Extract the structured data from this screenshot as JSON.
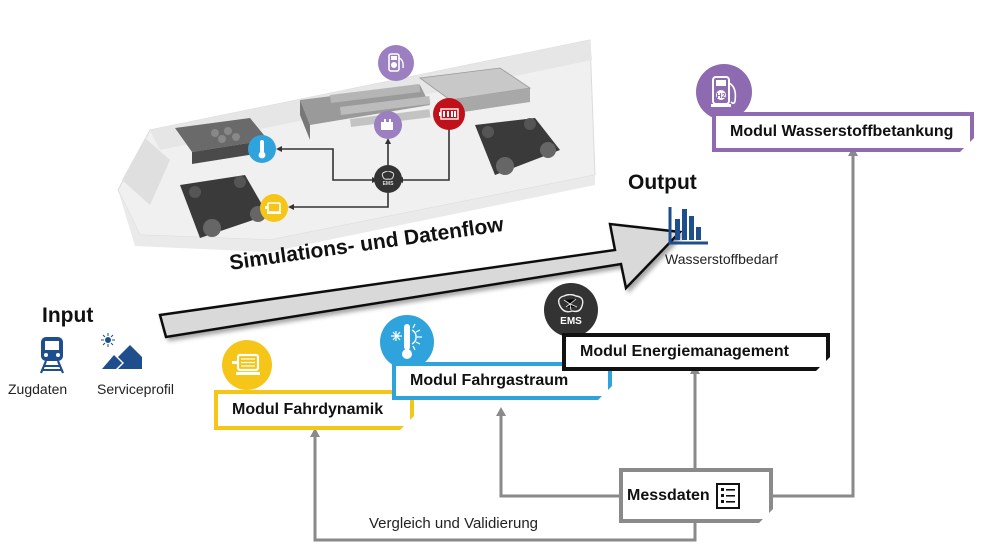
{
  "input": {
    "heading": "Input",
    "items": [
      {
        "label": "Zugdaten",
        "icon": "train-icon"
      },
      {
        "label": "Serviceprofil",
        "icon": "terrain-sun-icon"
      }
    ]
  },
  "flow_arrow": {
    "label": "Simulations- und Datenflow"
  },
  "output": {
    "heading": "Output",
    "items": [
      {
        "label": "Wasserstoffbedarf",
        "icon": "bar-chart-icon"
      }
    ]
  },
  "modules": [
    {
      "id": "fahrdynamik",
      "label": "Modul Fahrdynamik",
      "color": "#F5C518",
      "icon": "motor-icon"
    },
    {
      "id": "fahrgastraum",
      "label": "Modul Fahrgastraum",
      "color": "#2FA4DC",
      "icon": "thermometer-snowflake-sun-icon"
    },
    {
      "id": "energiemanagement",
      "label": "Modul Energiemanagement",
      "color": "#111111",
      "icon": "brain-ems-icon",
      "icon_text": "EMS"
    },
    {
      "id": "wasserstoffbetankung",
      "label": "Modul Wasserstoffbetankung",
      "color": "#8E6BB0",
      "icon": "h2-fuel-pump-icon",
      "icon_text": "H2"
    }
  ],
  "messdaten": {
    "label": "Messdaten",
    "icon": "list-document-icon"
  },
  "validation": {
    "label": "Vergleich und Validierung"
  },
  "train_illustration": {
    "ems_label": "EMS",
    "component_icons": [
      {
        "name": "h2-fuel-pump-icon",
        "color": "#9B7FC0"
      },
      {
        "name": "fuel-cell-icon",
        "color": "#9B7FC0"
      },
      {
        "name": "battery-icon",
        "color": "#C0111A"
      },
      {
        "name": "thermometer-icon",
        "color": "#2FA4DC"
      },
      {
        "name": "motor-icon",
        "color": "#F5C518"
      },
      {
        "name": "brain-ems-icon",
        "color": "#333333"
      }
    ]
  },
  "colors": {
    "connector": "#8a8a8a",
    "icon_blue": "#1F4E8C",
    "arrow_fill": "#d9d9d9"
  }
}
